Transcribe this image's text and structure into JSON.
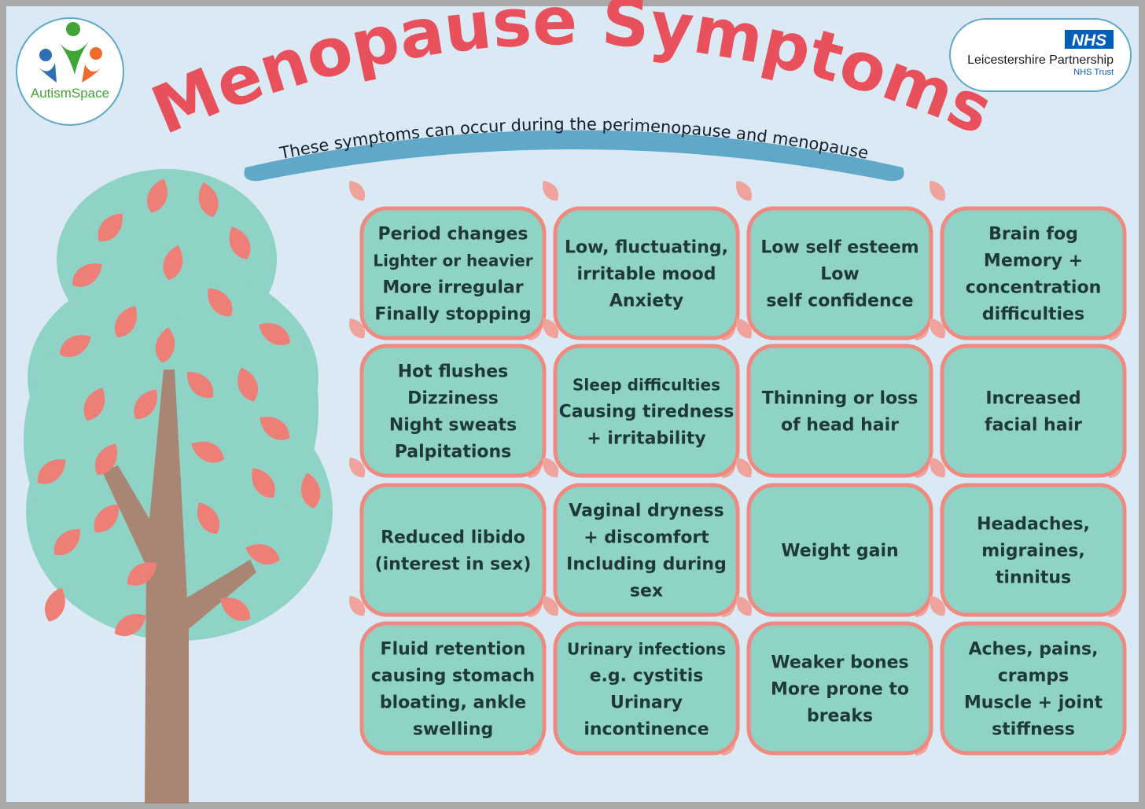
{
  "title": "Menopause Symptoms",
  "subtitle": "These symptoms can occur during the perimenopause and menopause",
  "logos": {
    "left": {
      "text": "AutismSpace",
      "icon": "people-figures-icon"
    },
    "right": {
      "badge": "NHS",
      "org": "Leicestershire Partnership",
      "trust": "NHS Trust"
    }
  },
  "colors": {
    "background": "#dae9f3",
    "title": "#e8505b",
    "banner": "#5fa8c8",
    "card_fill": "#8fd3c7",
    "card_border": "#ee8a80",
    "leaf": "#ed7f76",
    "tree_crown": "#8fd3c7",
    "trunk": "#a98573"
  },
  "symptoms": [
    {
      "lines": [
        "Period changes",
        "Lighter or heavier",
        "More irregular",
        "Finally stopping"
      ]
    },
    {
      "lines": [
        "Low, fluctuating,",
        "irritable mood",
        "Anxiety"
      ]
    },
    {
      "lines": [
        "Low self esteem",
        "Low",
        "self confidence"
      ]
    },
    {
      "lines": [
        "Brain fog",
        "Memory +",
        "concentration",
        "difficulties"
      ]
    },
    {
      "lines": [
        "Hot flushes",
        "Dizziness",
        "Night sweats",
        "Palpitations"
      ]
    },
    {
      "lines": [
        "Sleep difficulties",
        "Causing tiredness",
        "+ irritability"
      ]
    },
    {
      "lines": [
        "Thinning or loss",
        "of head hair"
      ]
    },
    {
      "lines": [
        "Increased",
        "facial hair"
      ]
    },
    {
      "lines": [
        "Reduced libido",
        "(interest in sex)"
      ]
    },
    {
      "lines": [
        "Vaginal dryness",
        "+ discomfort",
        "Including during",
        "sex"
      ]
    },
    {
      "lines": [
        "Weight gain"
      ]
    },
    {
      "lines": [
        "Headaches,",
        "migraines,",
        "tinnitus"
      ]
    },
    {
      "lines": [
        "Fluid retention",
        "causing stomach",
        "bloating, ankle",
        "swelling"
      ]
    },
    {
      "lines": [
        "Urinary infections",
        "e.g. cystitis",
        "Urinary",
        "incontinence"
      ]
    },
    {
      "lines": [
        "Weaker bones",
        "More prone to",
        "breaks"
      ]
    },
    {
      "lines": [
        "Aches, pains,",
        "cramps",
        "Muscle + joint",
        "stiffness"
      ]
    }
  ]
}
